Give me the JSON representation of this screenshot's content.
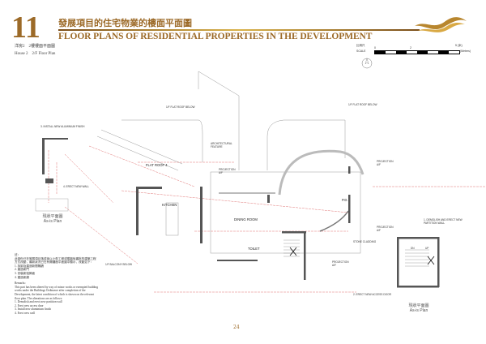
{
  "header": {
    "section_number": "11",
    "title_zh": "發展項目的住宅物業的樓面平面圖",
    "title_en": "FLOOR PLANS OF RESIDENTIAL PROPERTIES IN THE DEVELOPMENT"
  },
  "plan_title": {
    "zh": "洋房2　2樓樓面平面圖",
    "en": "House 2　2/F Floor Plan"
  },
  "scale": {
    "label_zh": "比例尺",
    "label_en": "SCALE",
    "ticks": [
      "0",
      "2",
      "5 (米)"
    ],
    "unit": "(Metres)"
  },
  "labels": {
    "flat_roof_below_1": "1/F FLAT ROOF BELOW",
    "flat_roof_below_2": "1/F FLAT ROOF BELOW",
    "architectural_feature": "ARCHITECTURAL FEATURE",
    "flat_roof_4": "FLAT ROOF 4",
    "projection_1": "PROJECTION A/F",
    "projection_2": "PROJECTION A/F",
    "projection_3": "PROJECTION A/F",
    "projection_4": "PROJECTION A/F",
    "kitchen": "KITCHEN",
    "dining_room": "DINING ROOM",
    "toilet": "TOILET",
    "pd": "P.D.",
    "stone_cladding": "STONE CLADDING",
    "balcony_below": "1/F BALCONY BELOW",
    "install_finish": "3. INSTALL NEW ALUMINIUM FINISH",
    "erect_wall": "4. ERECT NEW WALL",
    "demolish_partition": "1. DEMOLISH AND ERECT NEW PARTITION WALL",
    "erect_door": "2. ERECT NEW ACCESS DOOR",
    "dn": "DN",
    "up": "UP"
  },
  "as_is_left": {
    "zh": "現狀平面圖",
    "en": "As-is Plan"
  },
  "as_is_right": {
    "zh": "現狀平面圖",
    "en": "As-is Plan"
  },
  "notes": {
    "zh_heading": "註：",
    "zh_body": "此部份已在發展項目落成後以小型工程或獲豁免審批的建築工程方式改動，最新狀況已在有關樓面平面圖中顯示，改動如下：",
    "zh_items": [
      "1. 拆卸及建造新間隔牆",
      "2. 建造新門",
      "3. 安裝新鋁飾面",
      "4. 建造新牆"
    ],
    "en_heading": "Remarks:",
    "en_body": "This part has been altered by way of minor works or exempted building works under the Buildings Ordinance after completion of the Development, the latest condition of which is shown on the relevant floor plan. The alterations are as follows:",
    "en_items": [
      "1. Demolish and erect new partition wall",
      "2. Erect new access door",
      "3. Install new aluminium finish",
      "4. Erect new wall"
    ]
  },
  "page_number": "24",
  "colors": {
    "gold": "#9c6a28",
    "dimension_red": "#d33a3a",
    "wall": "#555555"
  }
}
